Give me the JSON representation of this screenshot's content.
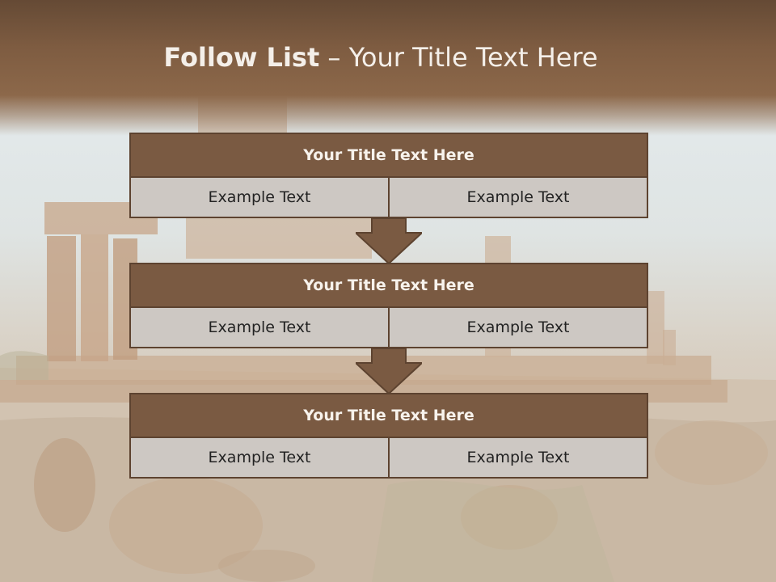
{
  "slide": {
    "title_bold": "Follow List",
    "title_rest": " – Your Title Text Here"
  },
  "blocks": [
    {
      "title": "Your Title Text Here",
      "left_text": "Example Text",
      "right_text": "Example Text"
    },
    {
      "title": "Your Title Text Here",
      "left_text": "Example Text",
      "right_text": "Example Text"
    },
    {
      "title": "Your Title Text Here",
      "left_text": "Example Text",
      "right_text": "Example Text"
    }
  ],
  "colors": {
    "header": "#7e5c41",
    "block_title": "#7a5a42",
    "cell": "#cdc8c3",
    "arrow": "#7a5a42"
  }
}
